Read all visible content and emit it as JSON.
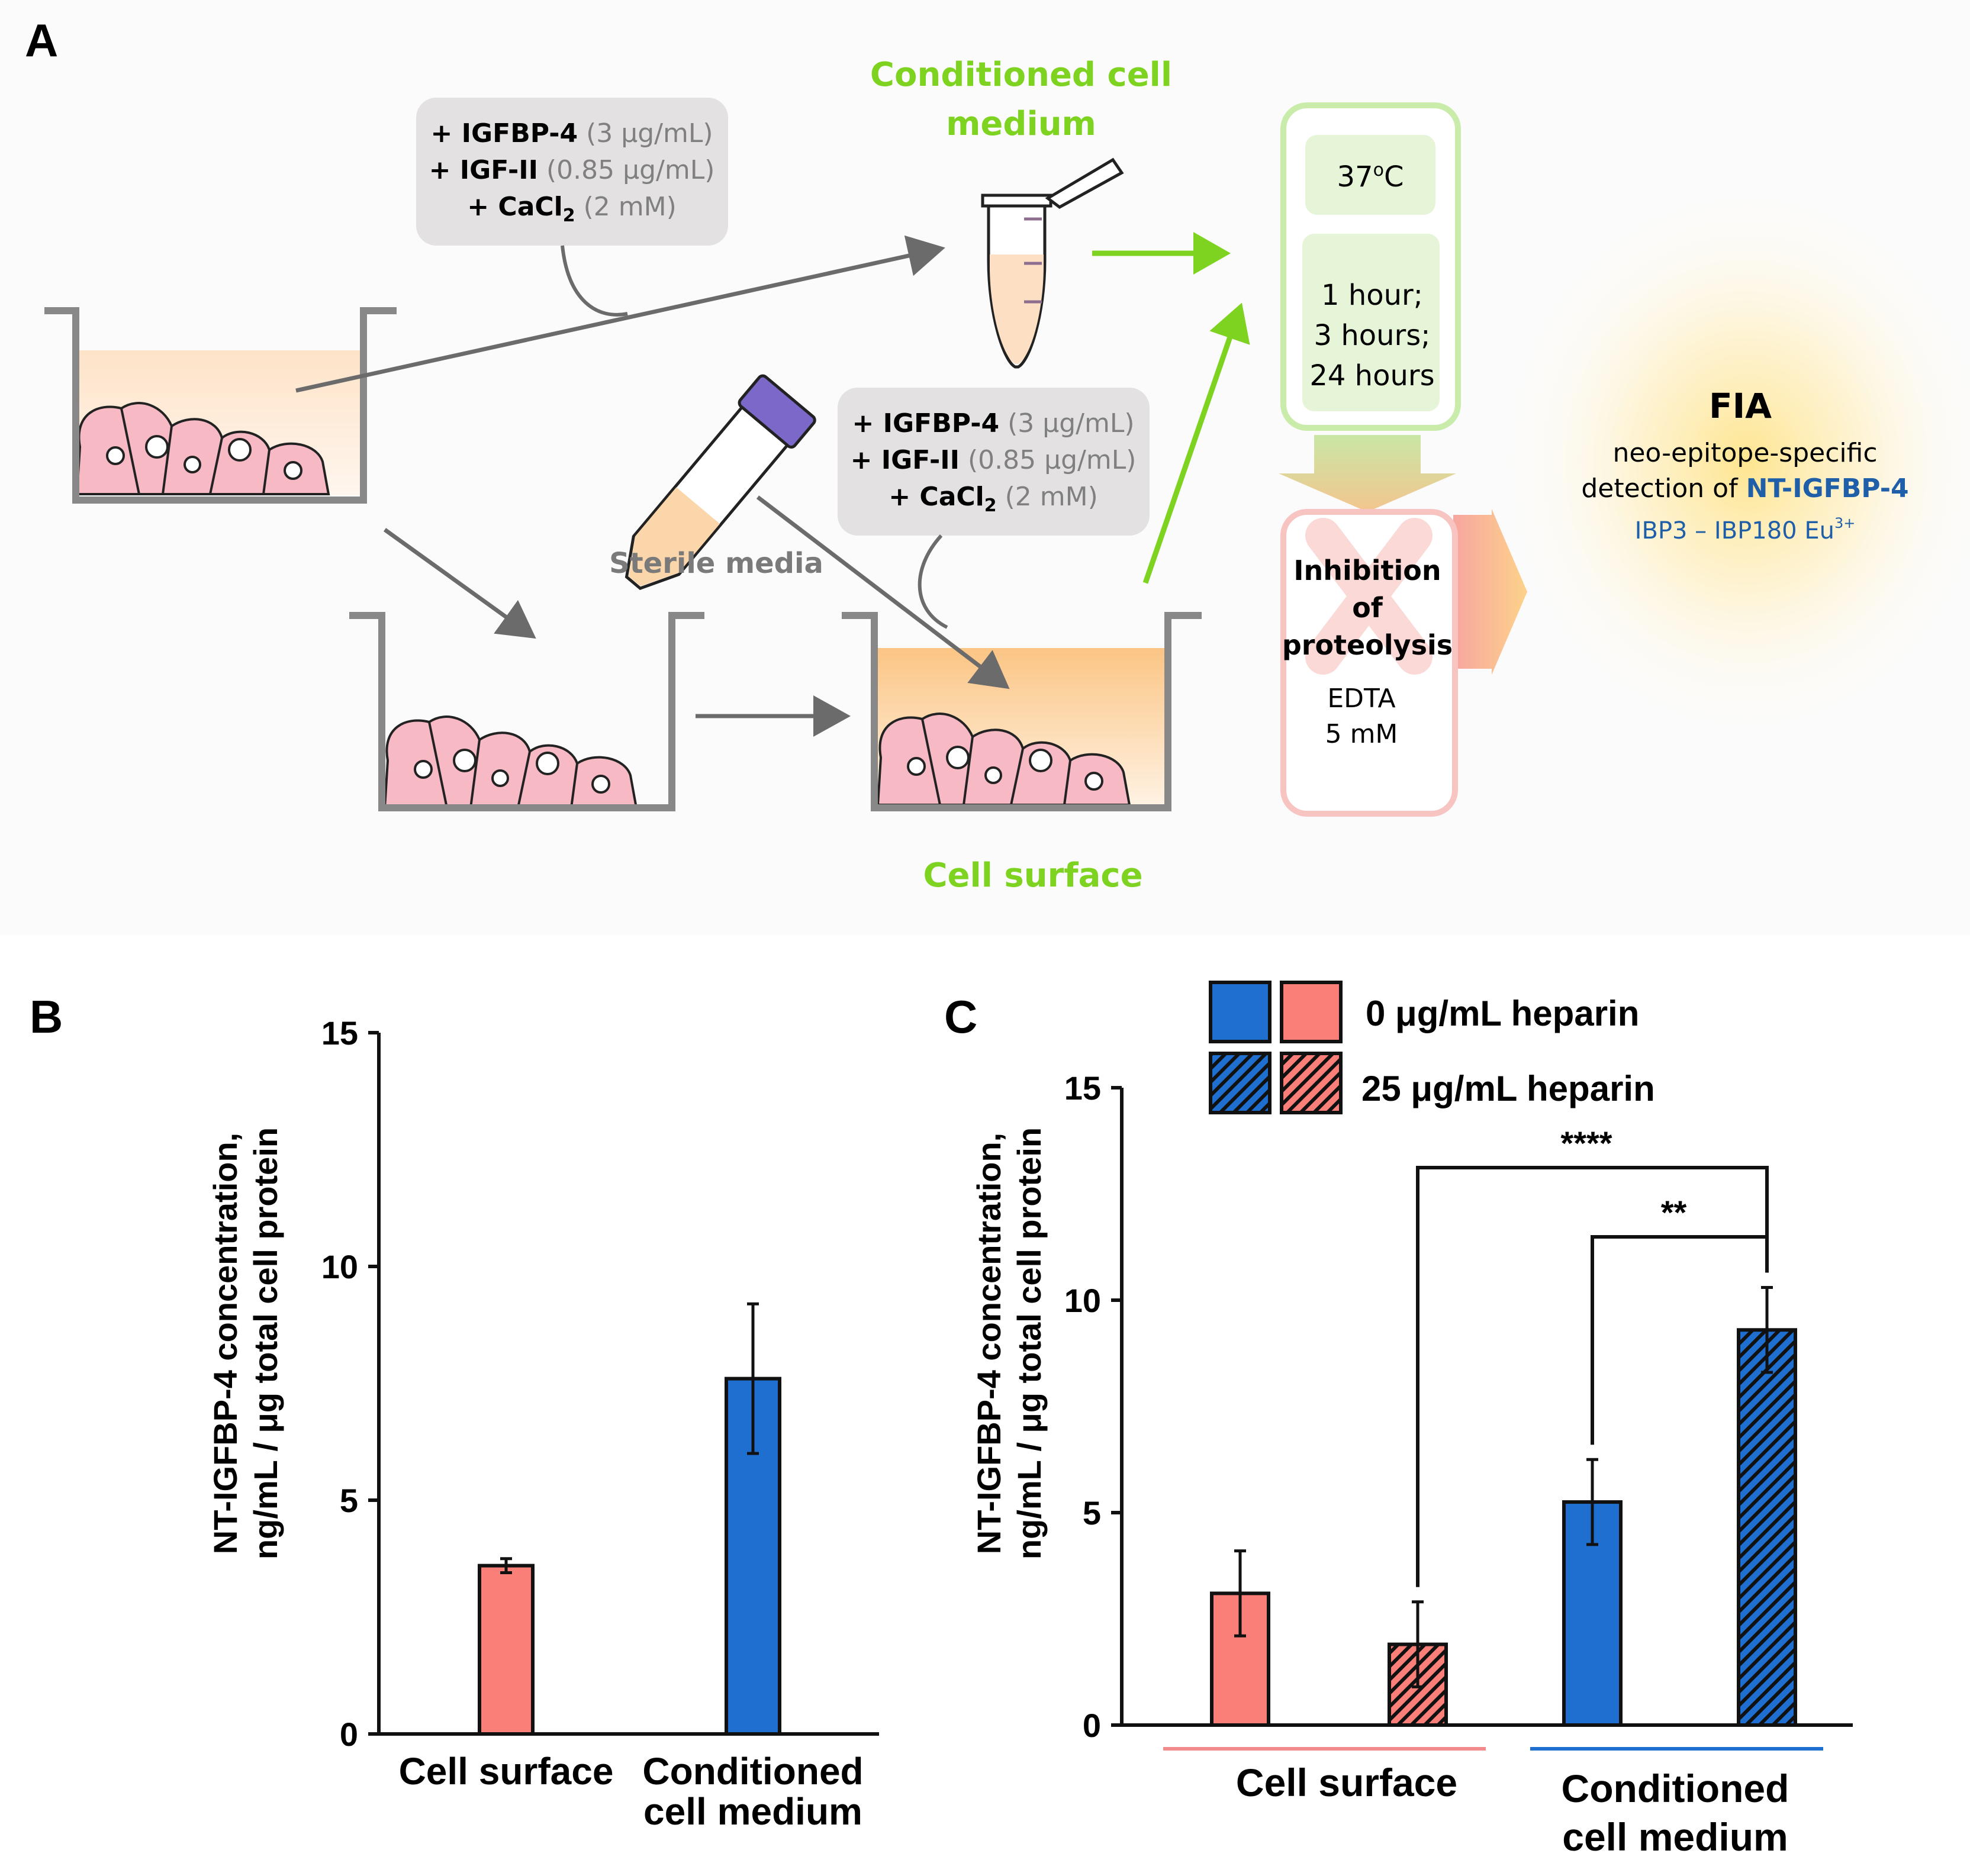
{
  "panel_a": {
    "letter": "A",
    "conditioned_label_1": "Conditioned cell",
    "conditioned_label_2": "medium",
    "cell_surface_label": "Cell surface",
    "sterile_media_label": "Sterile media",
    "additions_top": [
      {
        "name": "+ IGFBP-4",
        "conc": "(3 μg/mL)"
      },
      {
        "name": "+ IGF-II",
        "conc": "(0.85 μg/mL)"
      },
      {
        "name": "+ CaCl",
        "sub": "2",
        "conc": "(2 mM)"
      }
    ],
    "additions_bottom": [
      {
        "name": "+ IGFBP-4",
        "conc": "(3 μg/mL)"
      },
      {
        "name": "+ IGF-II",
        "conc": "(0.85 μg/mL)"
      },
      {
        "name": "+ CaCl",
        "sub": "2",
        "conc": "(2 mM)"
      }
    ],
    "temperature": "37",
    "temperature_sup": "o",
    "temperature_unit": "C",
    "times": [
      "1 hour;",
      "3 hours;",
      "24 hours"
    ],
    "inhibition_lines": [
      "Inhibition",
      "of",
      "proteolysis"
    ],
    "edta_lines": [
      "EDTA",
      "5 mM"
    ],
    "fia_title": "FIA",
    "fia_line1": "neo-epitope-specific",
    "fia_line2_prefix": "detection of",
    "fia_line2_target": "NT-IGFBP-4",
    "fia_line3": "IBP3 – IBP180 Eu",
    "fia_line3_sup": "3+",
    "colors": {
      "green": "#7ed321",
      "pink": "#f5a3a3",
      "blue_text": "#1f5ea8",
      "gray_arrow": "#6b6b6b"
    }
  },
  "chart_data": [
    {
      "panel": "B",
      "type": "bar",
      "ylabel_line1": "NT-IGFBP-4 concentration,",
      "ylabel_line2": "ng/mL / μg total cell protein",
      "ylim": [
        0,
        15
      ],
      "yticks": [
        "0",
        "5",
        "10",
        "15"
      ],
      "categories": [
        "Cell surface",
        "Conditioned cell medium"
      ],
      "category_lines": [
        [
          "Cell surface"
        ],
        [
          "Conditioned",
          "cell medium"
        ]
      ],
      "values": [
        3.6,
        7.6
      ],
      "errors": [
        0.15,
        1.6
      ],
      "colors": [
        "#fa7f78",
        "#1e6fcf"
      ]
    },
    {
      "panel": "C",
      "type": "bar",
      "ylabel_line1": "NT-IGFBP-4 concentration,",
      "ylabel_line2": "ng/mL / μg total cell protein",
      "ylim": [
        0,
        15
      ],
      "yticks": [
        "0",
        "5",
        "10",
        "15"
      ],
      "groups": [
        [
          "Cell surface"
        ],
        [
          "Conditioned",
          "cell medium"
        ]
      ],
      "legend": [
        "0 μg/mL heparin",
        "25 μg/mL heparin"
      ],
      "series": [
        {
          "name": "0 μg/mL heparin",
          "values": [
            3.1,
            5.25
          ],
          "errors": [
            1.0,
            1.0
          ],
          "hatched": false
        },
        {
          "name": "25 μg/mL heparin",
          "values": [
            1.9,
            9.3
          ],
          "errors": [
            1.0,
            1.0
          ],
          "hatched": true
        }
      ],
      "bar_colors": {
        "cell_surface": "#fa7f78",
        "conditioned": "#1e6fcf"
      },
      "significance": [
        {
          "label": "****",
          "from": "Cell surface / 25 μg/mL heparin",
          "to": "Conditioned cell medium / 25 μg/mL heparin"
        },
        {
          "label": "**",
          "from": "Conditioned cell medium / 0 μg/mL heparin",
          "to": "Conditioned cell medium / 25 μg/mL heparin"
        }
      ]
    }
  ]
}
